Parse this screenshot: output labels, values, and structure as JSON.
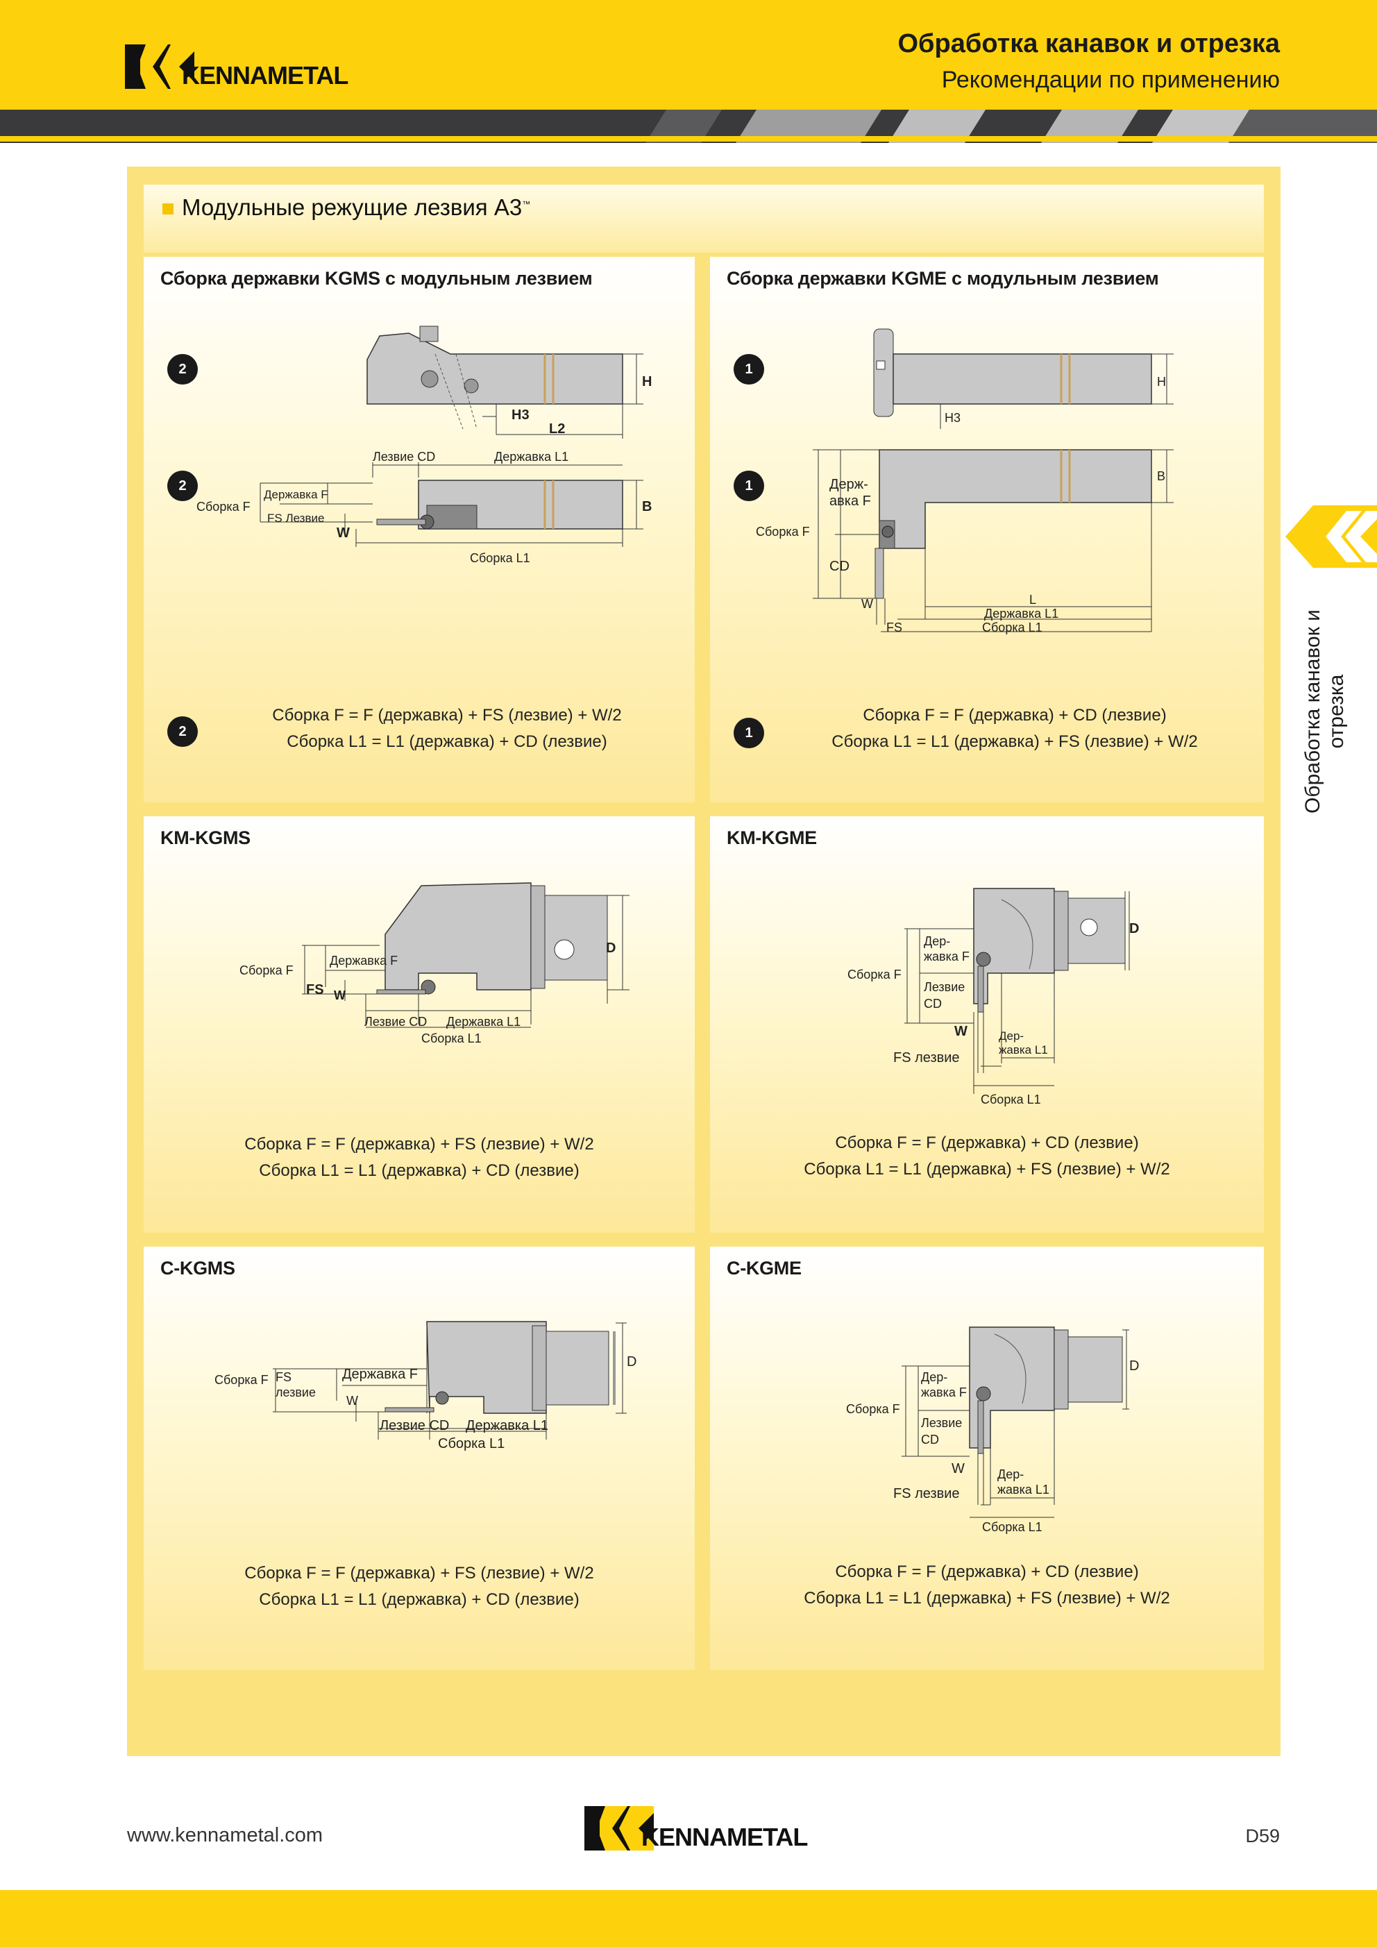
{
  "header": {
    "brand": "KENNAMETAL",
    "title": "Обработка канавок и отрезка",
    "subtitle": "Рекомендации по применению"
  },
  "side_tab": {
    "text": "Обработка канавок и отрезка"
  },
  "section": {
    "title": "Модульные режущие лезвия A3",
    "trademark": "™"
  },
  "panels": [
    {
      "title": "Сборка державки KGMS с модульным лезвием",
      "badge": "2",
      "formula_1": "Сборка F = F (державка) + FS (лезвие) + W/2",
      "formula_2": "Сборка L1 = L1 (державка) + CD (лезвие)",
      "labels": {
        "h": "H",
        "h3": "H3",
        "l2": "L2",
        "cd": "Лезвие CD",
        "l1": "Державка L1",
        "b": "B",
        "hf": "Державка F",
        "af": "Сборка F",
        "fs": "FS Лезвие",
        "w": "W",
        "al1": "Сборка L1"
      }
    },
    {
      "title": "Сборка державки KGME с модульным лезвием",
      "badge": "1",
      "formula_1": "Сборка F = F (державка) + CD (лезвие)",
      "formula_2": "Сборка L1 = L1 (державка) + FS (лезвие) + W/2",
      "labels": {
        "h": "H",
        "h3": "H3",
        "b": "B",
        "hf1": "Держ-",
        "hf2": "авка F",
        "af": "Сборка F",
        "cd": "CD",
        "w": "W",
        "l": "L",
        "l1": "Державка L1",
        "fs": "FS",
        "al1": "Сборка L1"
      }
    },
    {
      "title": "KM-KGMS",
      "formula_1": "Сборка F = F (державка) + FS (лезвие) + W/2",
      "formula_2": "Сборка L1 = L1 (державка) + CD (лезвие)",
      "labels": {
        "d": "D",
        "af": "Сборка F",
        "hf": "Державка F",
        "fs": "FS",
        "w": "W",
        "cd": "Лезвие CD",
        "l1": "Державка L1",
        "al1": "Сборка L1"
      }
    },
    {
      "title": "KM-KGME",
      "formula_1": "Сборка F = F (державка) + CD (лезвие)",
      "formula_2": "Сборка L1 = L1 (державка) + FS (лезвие) + W/2",
      "labels": {
        "d": "D",
        "hf1": "Дер-",
        "hf2": "жавка F",
        "af": "Сборка F",
        "cd1": "Лезвие",
        "cd2": "CD",
        "w": "W",
        "l11": "Дер-",
        "l12": "жавка L1",
        "fs": "FS лезвие",
        "al1": "Сборка L1"
      }
    },
    {
      "title": "C-KGMS",
      "formula_1": "Сборка F = F (державка) + FS (лезвие) + W/2",
      "formula_2": "Сборка L1 = L1 (державка) + CD (лезвие)",
      "labels": {
        "d": "D",
        "af": "Сборка F",
        "fs1": "FS",
        "fs2": "лезвие",
        "hf": "Державка F",
        "w": "W",
        "cd": "Лезвие CD",
        "l1": "Державка L1",
        "al1": "Сборка L1"
      }
    },
    {
      "title": "C-KGME",
      "formula_1": "Сборка F = F (державка) + CD (лезвие)",
      "formula_2": "Сборка L1 = L1 (державка) + FS (лезвие) + W/2",
      "labels": {
        "d": "D",
        "hf1": "Дер-",
        "hf2": "жавка F",
        "af": "Сборка F",
        "cd1": "Лезвие",
        "cd2": "CD",
        "w": "W",
        "l11": "Дер-",
        "l12": "жавка L1",
        "fs": "FS лезвие",
        "al1": "Сборка L1"
      }
    }
  ],
  "footer": {
    "url": "www.kennametal.com",
    "brand": "KENNAMETAL",
    "page": "D59"
  },
  "colors": {
    "brand_yellow": "#fdd10c",
    "panel_bg": "#fbe27d",
    "dark": "#1a1a1a"
  }
}
